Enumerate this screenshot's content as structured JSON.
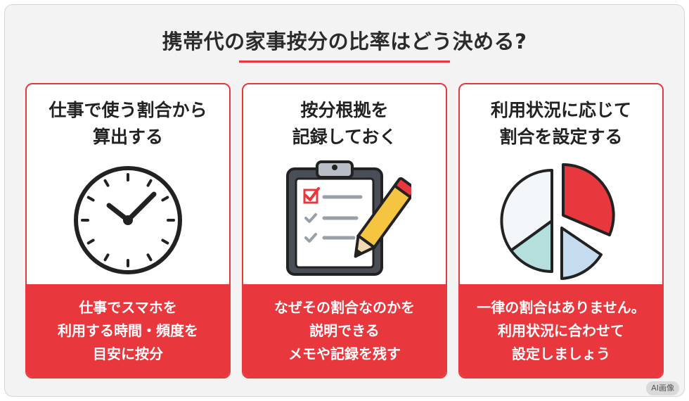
{
  "title": "携帯代の家事按分の比率はどう決める?",
  "colors": {
    "accent": "#e8383d",
    "background": "#f3f3f3"
  },
  "cards": [
    {
      "heading": [
        "仕事で使う割合から",
        "算出する"
      ],
      "icon": "clock-icon",
      "footer": [
        "仕事でスマホを",
        "利用する時間・頻度を",
        "目安に按分"
      ]
    },
    {
      "heading": [
        "按分根拠を",
        "記録しておく"
      ],
      "icon": "clipboard-pencil-icon",
      "footer": [
        "なぜその割合なのかを",
        "説明できる",
        "メモや記録を残す"
      ]
    },
    {
      "heading": [
        "利用状況に応じて",
        "割合を設定する"
      ],
      "icon": "pie-chart-icon",
      "footer": [
        "一律の割合はありません。",
        "利用状況に合わせて",
        "設定しましょう"
      ]
    }
  ],
  "badge": "AI画像"
}
